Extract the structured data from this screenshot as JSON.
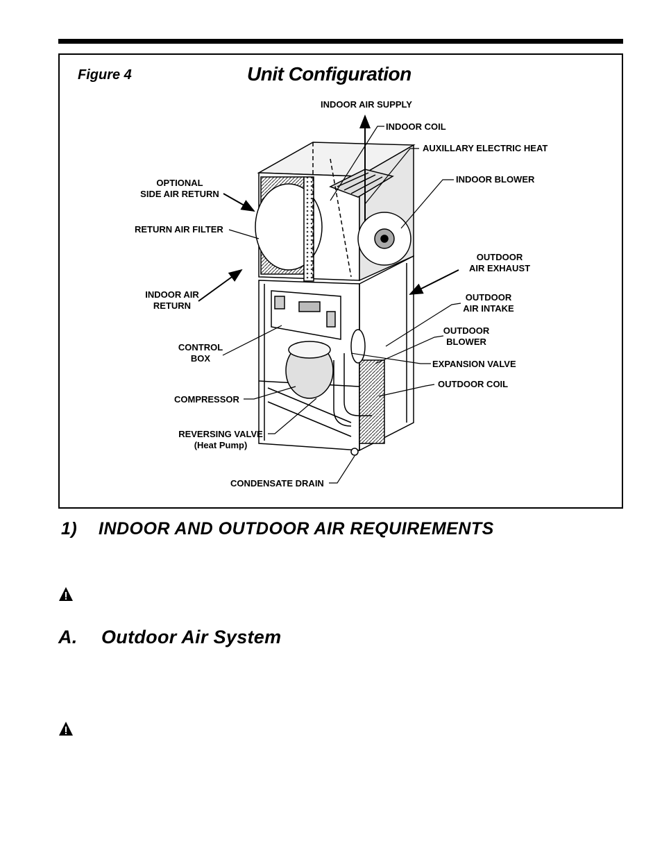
{
  "figure": {
    "label": "Figure 4",
    "title": "Unit Configuration",
    "callouts": {
      "indoor_air_supply": "INDOOR AIR SUPPLY",
      "indoor_coil": "INDOOR COIL",
      "auxillary_electric_heat": "AUXILLARY ELECTRIC HEAT",
      "indoor_blower": "INDOOR BLOWER",
      "optional_side_air_return_1": "OPTIONAL",
      "optional_side_air_return_2": "SIDE AIR RETURN",
      "return_air_filter": "RETURN AIR FILTER",
      "outdoor_air_exhaust_1": "OUTDOOR",
      "outdoor_air_exhaust_2": "AIR EXHAUST",
      "indoor_air_return_1": "INDOOR AIR",
      "indoor_air_return_2": "RETURN",
      "outdoor_air_intake_1": "OUTDOOR",
      "outdoor_air_intake_2": "AIR INTAKE",
      "outdoor_blower_1": "OUTDOOR",
      "outdoor_blower_2": "BLOWER",
      "control_box_1": "CONTROL",
      "control_box_2": "BOX",
      "expansion_valve": "EXPANSION VALVE",
      "outdoor_coil": "OUTDOOR COIL",
      "compressor": "COMPRESSOR",
      "reversing_valve_1": "REVERSING VALVE",
      "reversing_valve_2": "(Heat Pump)",
      "condensate_drain": "CONDENSATE DRAIN"
    }
  },
  "section": {
    "number": "1)",
    "title": "INDOOR AND OUTDOOR AIR REQUIREMENTS"
  },
  "subsection": {
    "letter": "A.",
    "title": "Outdoor Air System"
  },
  "icons": [
    "warning-icon",
    "warning-icon"
  ]
}
